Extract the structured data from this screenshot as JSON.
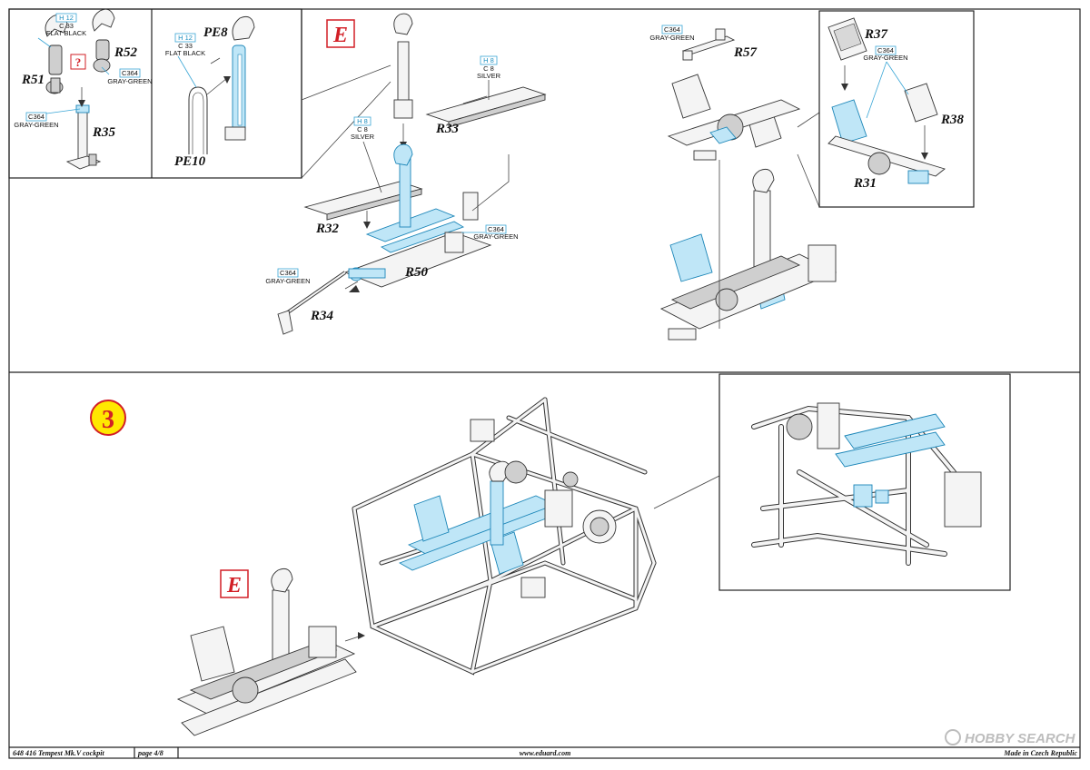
{
  "labels": {
    "r51": "R51",
    "r52": "R52",
    "r35": "R35",
    "pe8": "PE8",
    "pe10": "PE10",
    "e_top": "E",
    "r33": "R33",
    "r32": "R32",
    "r50": "R50",
    "r34": "R34",
    "r57": "R57",
    "r37": "R37",
    "r38": "R38",
    "r31": "R31",
    "step": "3",
    "e_bottom": "E",
    "question": "?"
  },
  "colors": {
    "frame": "#222222",
    "part_fill": "#f4f4f4",
    "highlight_fill": "#bfe6f7",
    "highlight_stroke": "#1c86b8",
    "callout_blue": "#3aa6d6",
    "e_badge": "#d21f26",
    "step_fill": "#ffe800",
    "step_ring": "#d21f26"
  },
  "paint_callouts": {
    "c1": {
      "code": "H 12",
      "code2": "C 33",
      "name": "FLAT BLACK"
    },
    "c2": {
      "code": "C364",
      "name": "GRAY-GREEN"
    },
    "c3": {
      "code": "C364",
      "name": "GRAY-GREEN"
    },
    "c4": {
      "code": "H 12",
      "code2": "C 33",
      "name": "FLAT BLACK"
    },
    "c5": {
      "code": "H 8",
      "code2": "C 8",
      "name": "SILVER"
    },
    "c6": {
      "code": "H 8",
      "code2": "C 8",
      "name": "SILVER"
    },
    "c7": {
      "code": "C364",
      "name": "GRAY-GREEN"
    },
    "c8": {
      "code": "C364",
      "name": "GRAY-GREEN"
    },
    "c9": {
      "code": "C364",
      "name": "GRAY-GREEN"
    },
    "c10": {
      "code": "C364",
      "name": "GRAY-GREEN"
    }
  },
  "footer": {
    "product": "648 416  Tempest Mk.V cockpit",
    "page": "page 4/8",
    "url": "www.eduard.com",
    "made": "Made in Czech Republic"
  },
  "watermark": "HOBBY SEARCH"
}
